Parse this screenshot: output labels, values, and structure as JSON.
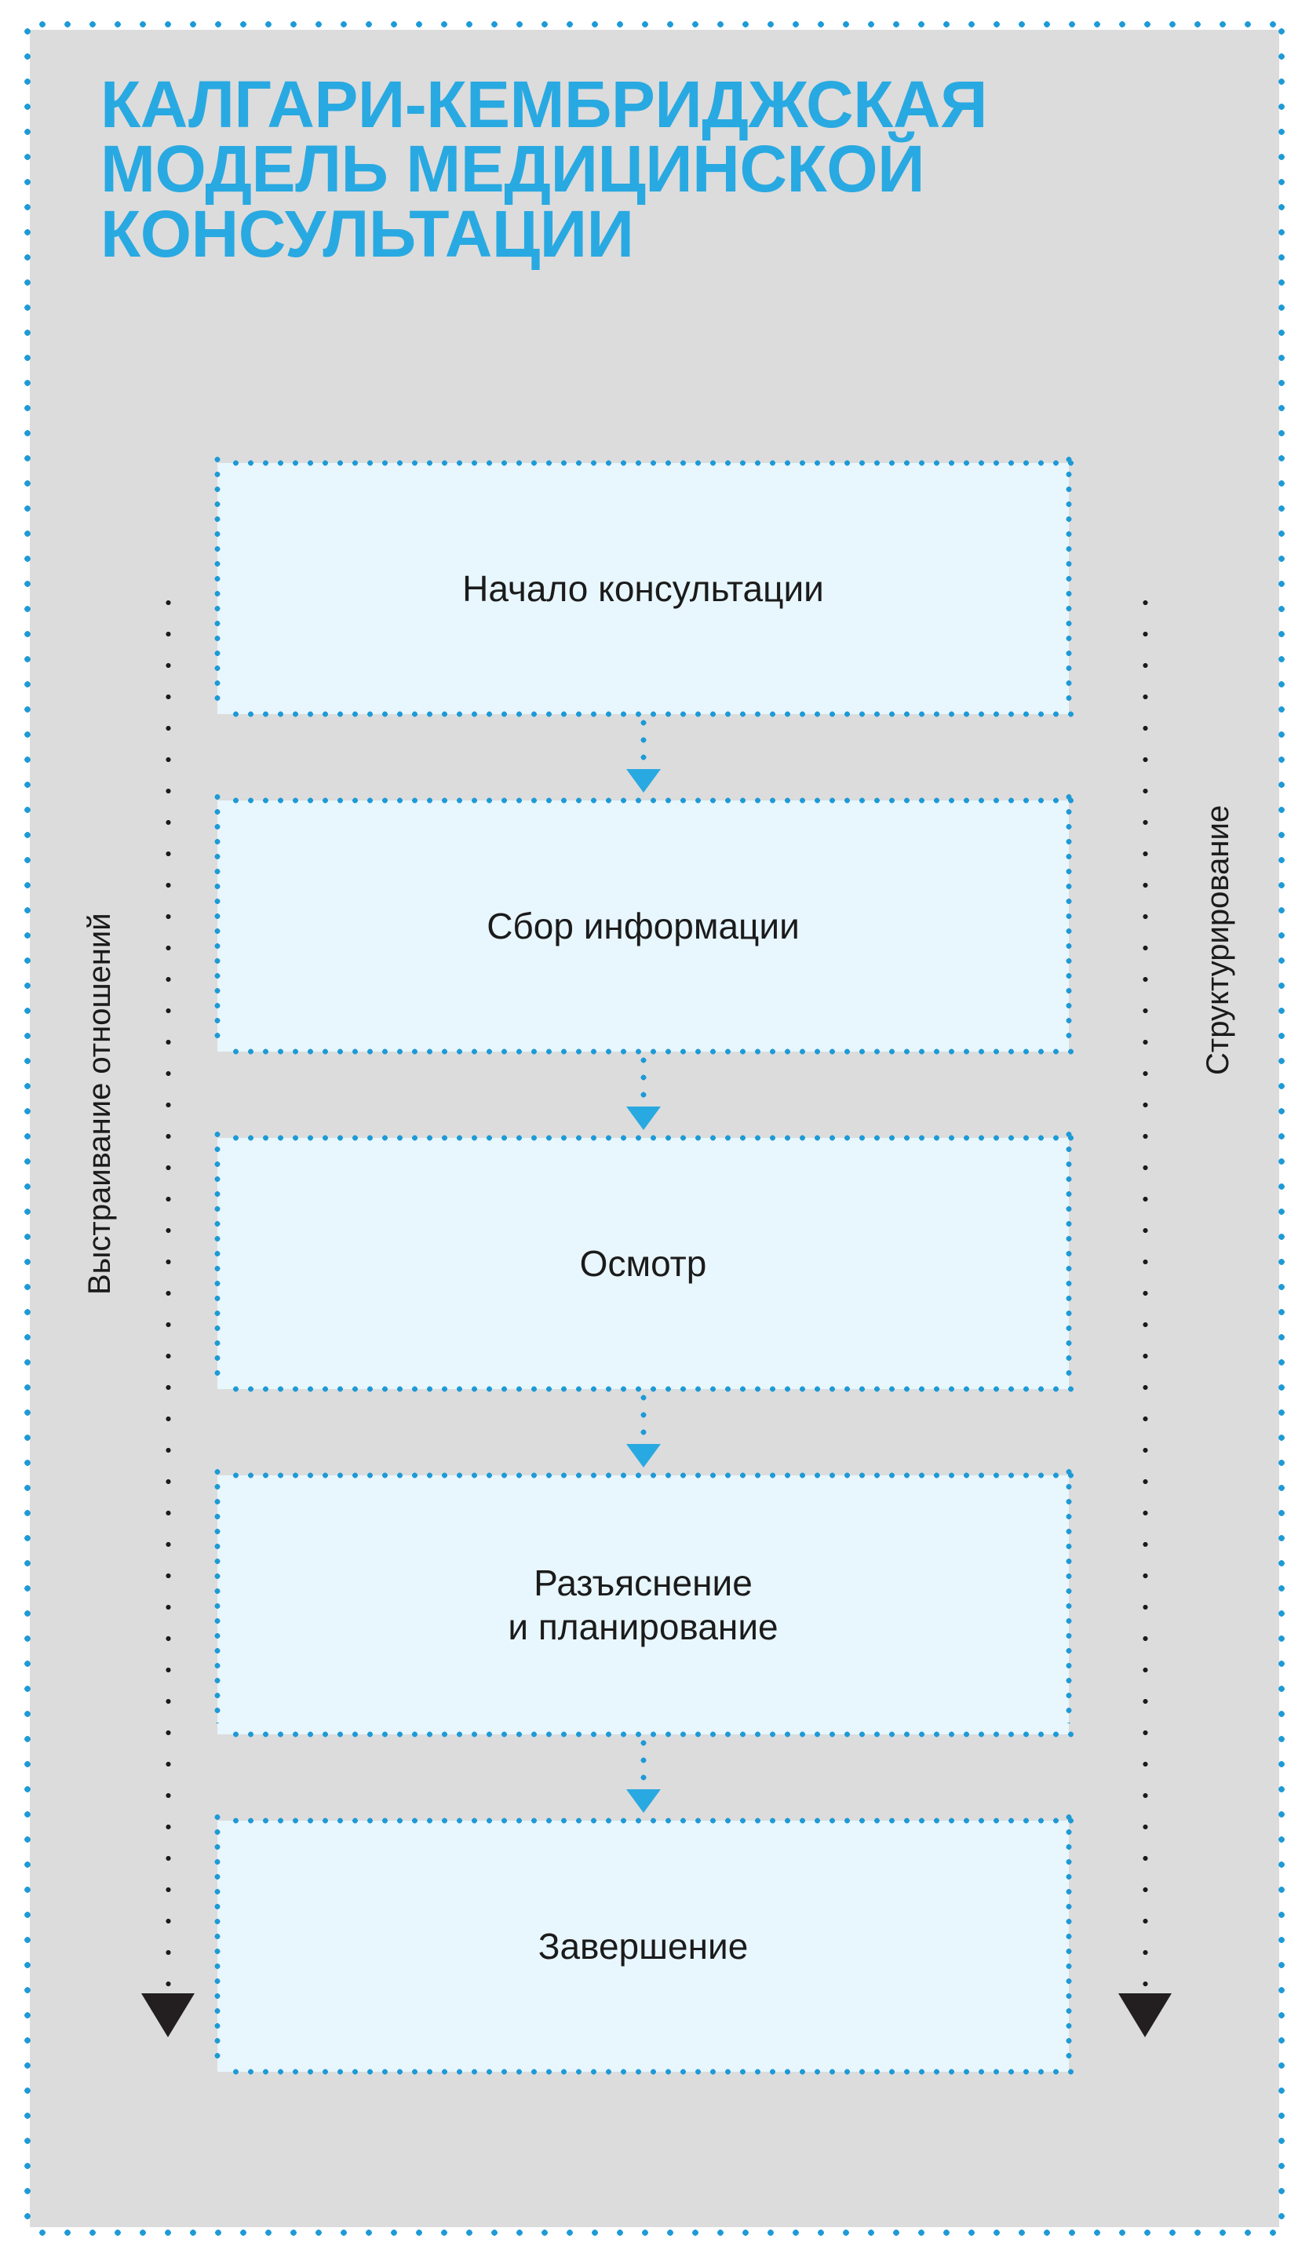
{
  "colors": {
    "accent_blue": "#29a9e1",
    "dot_blue": "#1e9ad6",
    "node_fill": "#e8f6fd",
    "canvas_gray": "#dcdcdc",
    "arrow_black": "#231f20",
    "text_dark": "#1b1b1b"
  },
  "title": {
    "line1": "КАЛГАРИ-КЕМБРИДЖСКАЯ",
    "line2": "МОДЕЛЬ МЕДИЦИНСКОЙ",
    "line3": "КОНСУЛЬТАЦИИ",
    "full": "КАЛГАРИ-КЕМБРИДЖСКАЯ МОДЕЛЬ МЕДИЦИНСКОЙ КОНСУЛЬТАЦИИ"
  },
  "side_labels": {
    "left": "Выстраивание отношений",
    "right": "Структурирование"
  },
  "chart_data": {
    "type": "flowchart",
    "title": "КАЛГАРИ-КЕМБРИДЖСКАЯ МОДЕЛЬ МЕДИЦИНСКОЙ КОНСУЛЬТАЦИИ",
    "orientation": "vertical",
    "steps": [
      "Начало консультации",
      "Сбор информации",
      "Осмотр",
      "Разъяснение и планирование",
      "Завершение"
    ],
    "side_tracks": [
      {
        "position": "left",
        "label": "Выстраивание отношений",
        "spans_all_steps": true
      },
      {
        "position": "right",
        "label": "Структурирование",
        "spans_all_steps": true
      }
    ],
    "connectors": "dotted blue arrows pointing down between consecutive steps"
  },
  "nodes": [
    {
      "label": "Начало консультации",
      "lines": [
        "Начало консультации"
      ]
    },
    {
      "label": "Сбор информации",
      "lines": [
        "Сбор информации"
      ]
    },
    {
      "label": "Осмотр",
      "lines": [
        "Осмотр"
      ]
    },
    {
      "label": "Разъяснение и планирование",
      "lines": [
        "Разъяснение",
        "и планирование"
      ]
    },
    {
      "label": "Завершение",
      "lines": [
        "Завершение"
      ]
    }
  ]
}
